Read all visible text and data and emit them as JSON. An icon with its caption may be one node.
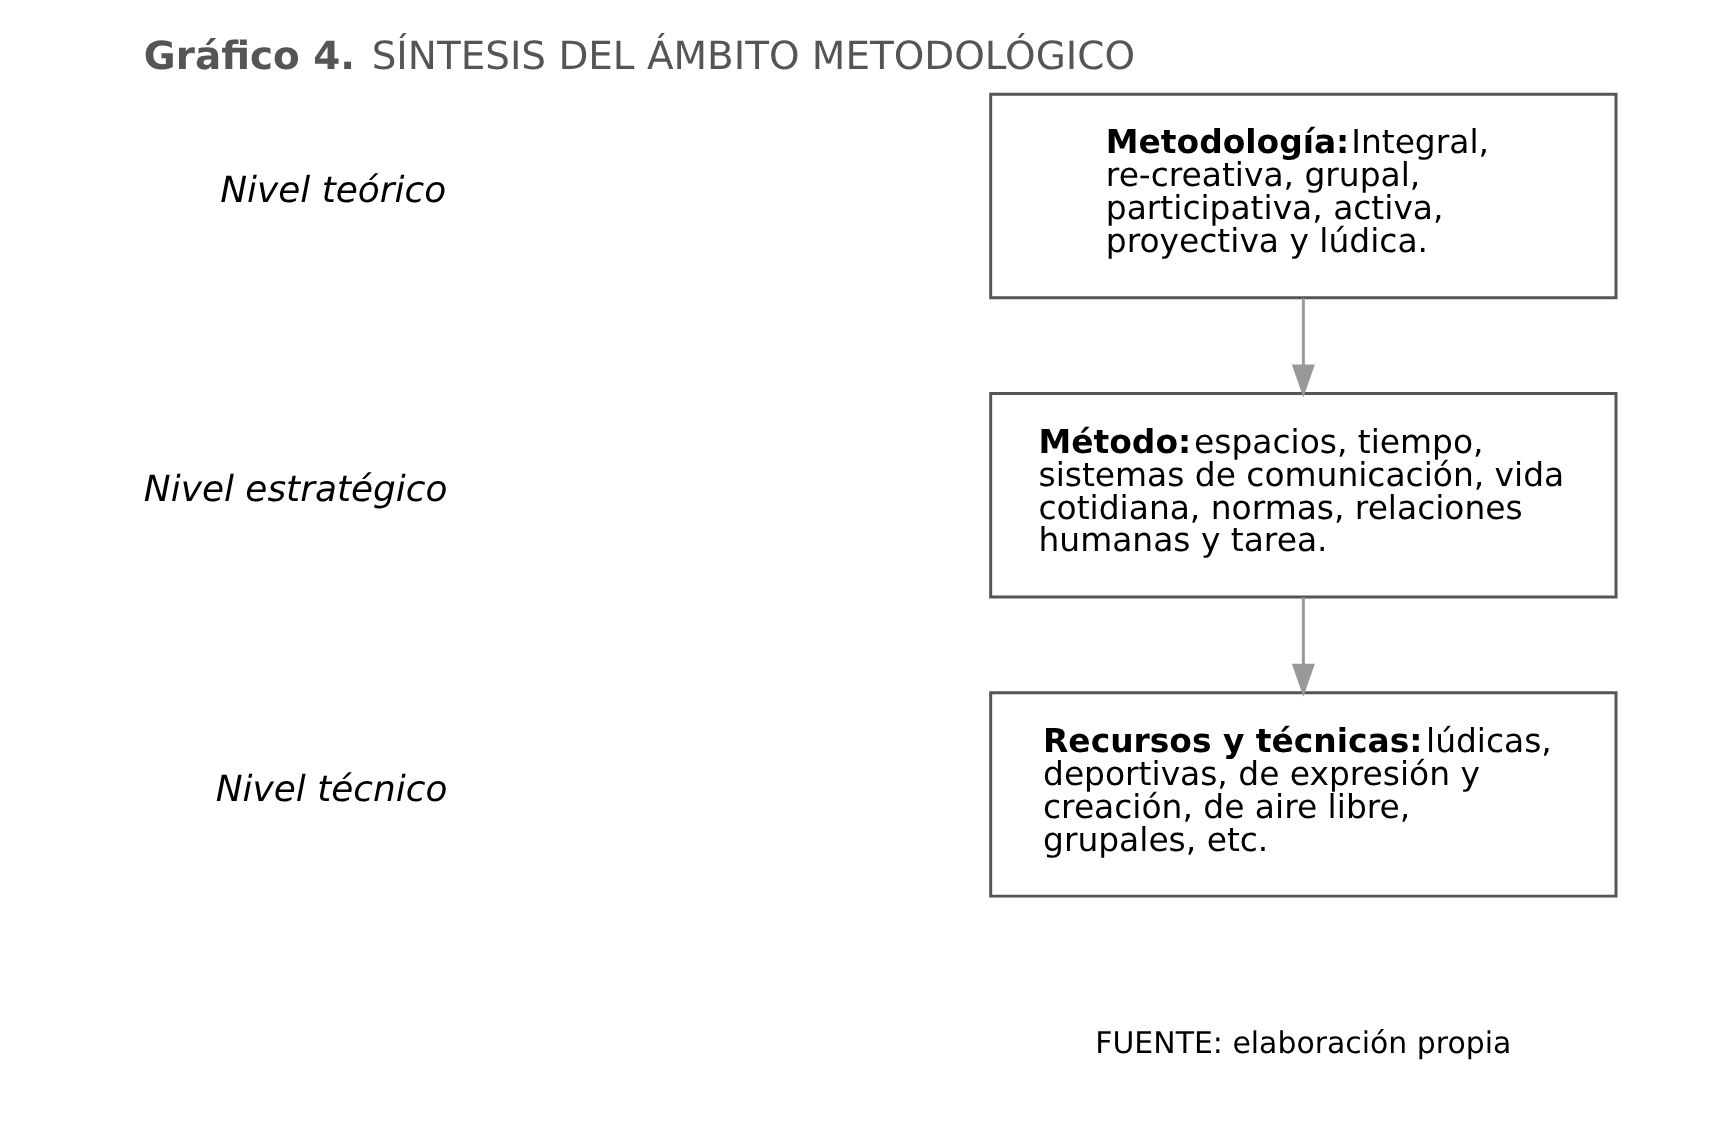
{
  "diagram": {
    "title": "**Gráfico 4.** SÍNTESIS DEL ÁMBITO METODOLÓGICO",
    "caption": "FUENTE: elaboración propia",
    "nodes": [
      {
        "text": [
          "Metodología:",
          "Integral, re-creativa, grupal, participativa, activa, proyectiva y lúdica."
        ]
      },
      {
        "text": [
          "Método:",
          "espacios, tiempo, sistemas de comunicación, vida cotidiana, normas, relaciones humanas y tarea."
        ]
      },
      {
        "text": [
          "Recursos y técnicas:",
          "lúdicas, deportivas, de expresión y creación, de aire libre, grupales, etc."
        ]
      }
    ],
    "labels": [
      "Nivel teórico",
      "Nivel estratégico",
      "Nivel técnico"
    ],
    "edges": [
      {
        "from": 0,
        "to": 1,
        "arrow": "to"
      },
      {
        "from": 1,
        "to": 2,
        "arrow": "to"
      }
    ]
  }
}
